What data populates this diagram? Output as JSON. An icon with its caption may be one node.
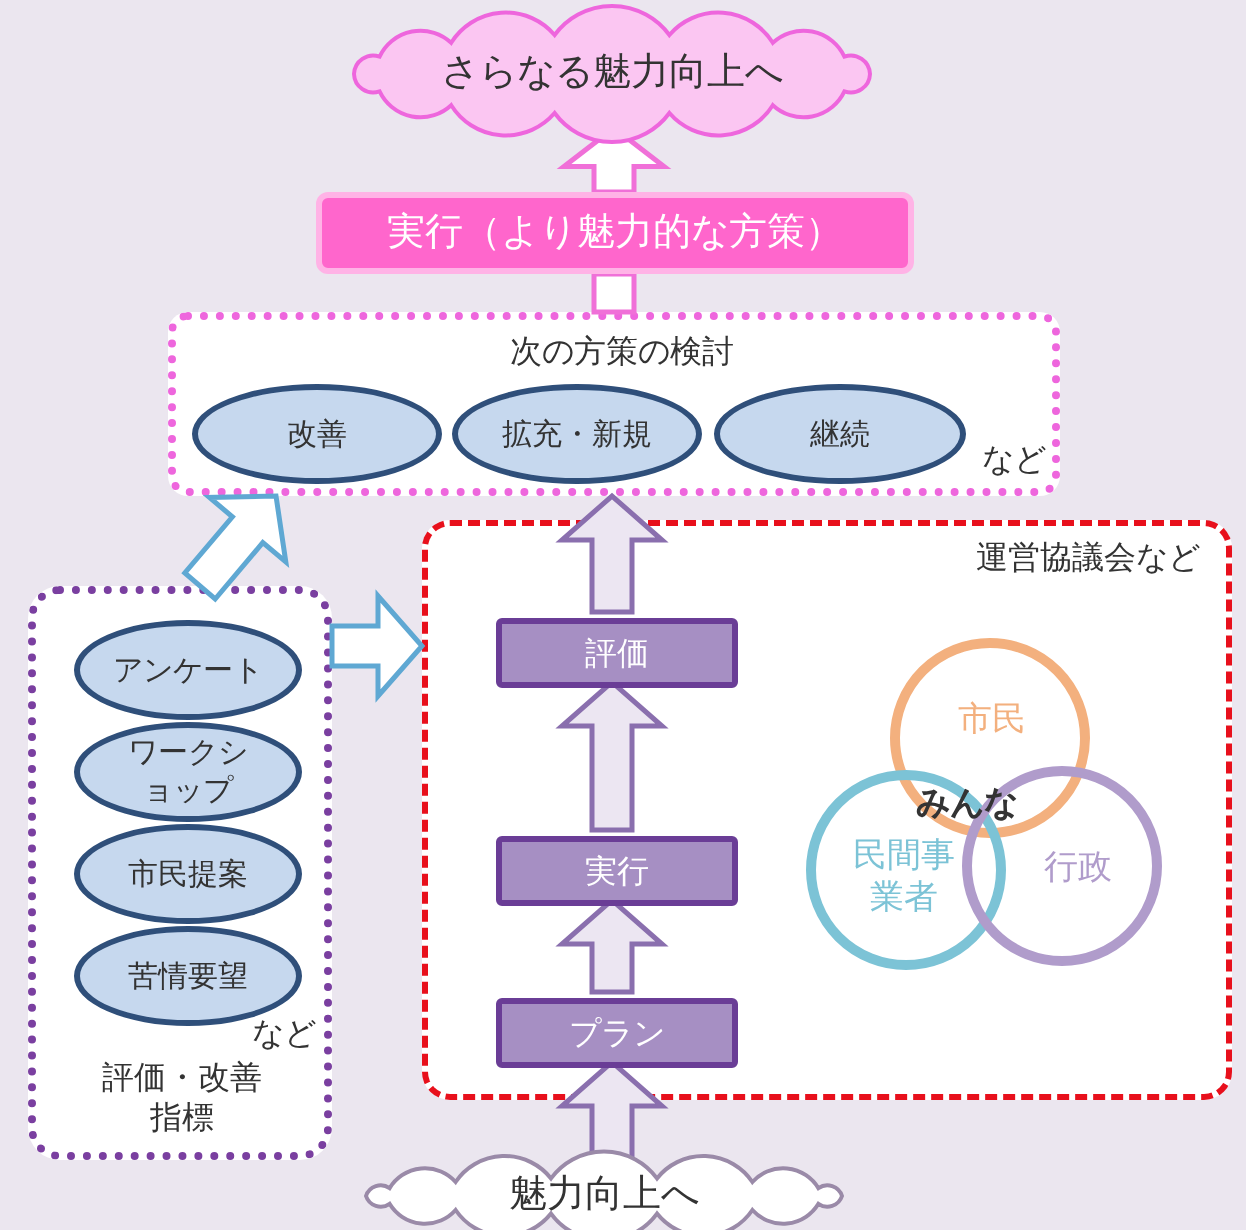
{
  "diagram": {
    "nodes": [
      {
        "text": [
          "さらなる魅力向上へ"
        ]
      },
      {
        "text": [
          "実行（より魅力的な方策）"
        ]
      },
      {
        "text": [
          "次の方策の検討",
          "など"
        ]
      },
      {
        "text": [
          "改善"
        ],
        "in": 2
      },
      {
        "text": [
          "拡充・新規"
        ],
        "in": 2
      },
      {
        "text": [
          "継続"
        ],
        "in": 2
      },
      {
        "text": [
          "など",
          "評価・改善指標"
        ]
      },
      {
        "text": [
          "アンケート"
        ],
        "in": 6
      },
      {
        "text": [
          "ワークショップ"
        ],
        "in": 6
      },
      {
        "text": [
          "市民提案"
        ],
        "in": 6
      },
      {
        "text": [
          "苦情要望"
        ],
        "in": 6
      },
      {
        "text": [
          "運営協議会など"
        ]
      },
      {
        "text": [
          "評価"
        ],
        "in": 11
      },
      {
        "text": [
          "実行"
        ],
        "in": 11
      },
      {
        "text": [
          "プラン"
        ],
        "in": 11
      },
      {
        "text": [
          "市民"
        ],
        "in": 11
      },
      {
        "text": [
          "民間事業者"
        ],
        "in": 11
      },
      {
        "text": [
          "行政"
        ],
        "in": 11
      },
      {
        "text": [
          "魅力向上へ"
        ]
      }
    ],
    "edges": [
      {
        "from": 2,
        "to": 1,
        "arrow": "none",
        "color": "#f070d8"
      },
      {
        "from": 1,
        "to": 0,
        "arrow": "to",
        "color": "#f070d8"
      },
      {
        "from": 12,
        "to": 2,
        "arrow": "to"
      },
      {
        "from": 13,
        "to": 12,
        "arrow": "to"
      },
      {
        "from": 14,
        "to": 13,
        "arrow": "to"
      },
      {
        "from": 18,
        "to": 14,
        "arrow": "to"
      },
      {
        "from": 6,
        "to": 2,
        "arrow": "to",
        "color": "#5fa8d3"
      },
      {
        "from": 6,
        "to": 11,
        "arrow": "to",
        "color": "#5fa8d3"
      }
    ],
    "labels": [
      "みんな"
    ]
  }
}
